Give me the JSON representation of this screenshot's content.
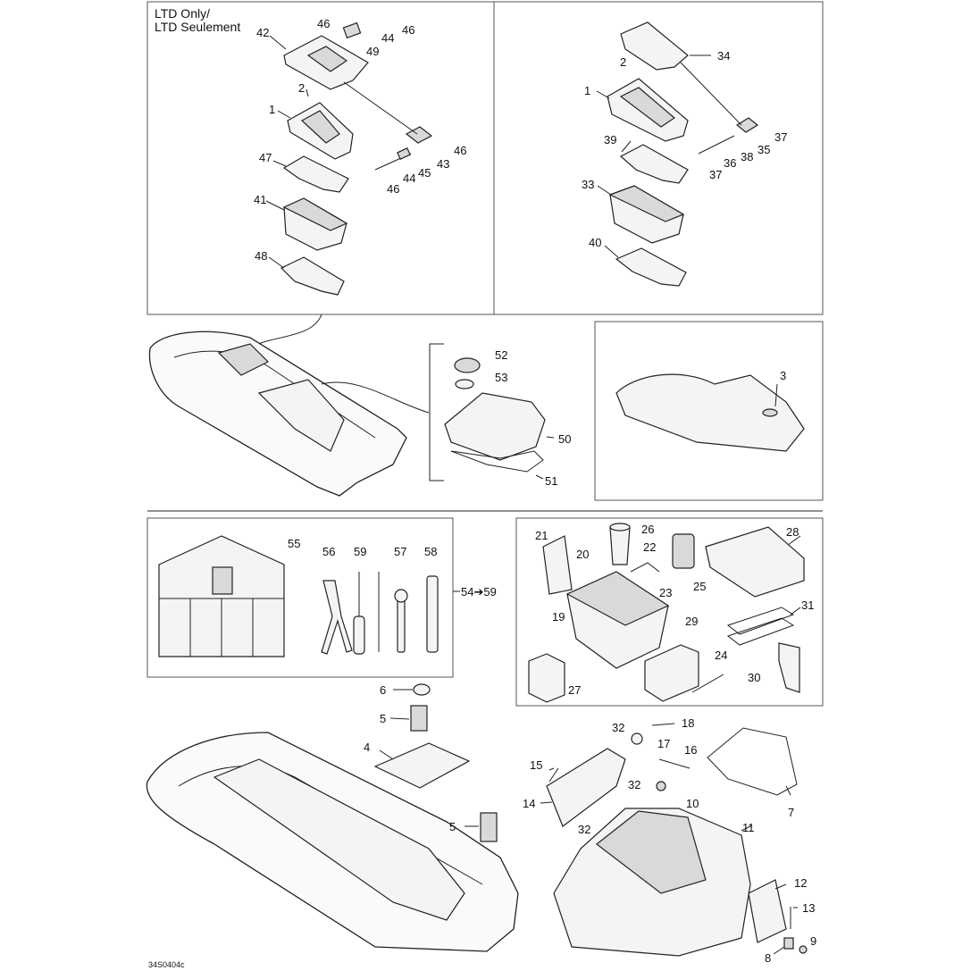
{
  "frame_title": [
    "LTD Only/",
    "LTD Seulement"
  ],
  "drawing_code": "34S0404c",
  "range_label": "54➔59",
  "callouts": [
    "1",
    "2",
    "3",
    "4",
    "5",
    "6",
    "7",
    "8",
    "9",
    "10",
    "11",
    "12",
    "13",
    "14",
    "15",
    "16",
    "17",
    "18",
    "19",
    "20",
    "21",
    "22",
    "23",
    "24",
    "25",
    "26",
    "27",
    "28",
    "29",
    "30",
    "31",
    "32",
    "33",
    "34",
    "35",
    "36",
    "37",
    "38",
    "39",
    "40",
    "41",
    "42",
    "43",
    "44",
    "45",
    "46",
    "47",
    "48",
    "49",
    "50",
    "51",
    "52",
    "53",
    "55",
    "56",
    "57",
    "58",
    "59"
  ]
}
